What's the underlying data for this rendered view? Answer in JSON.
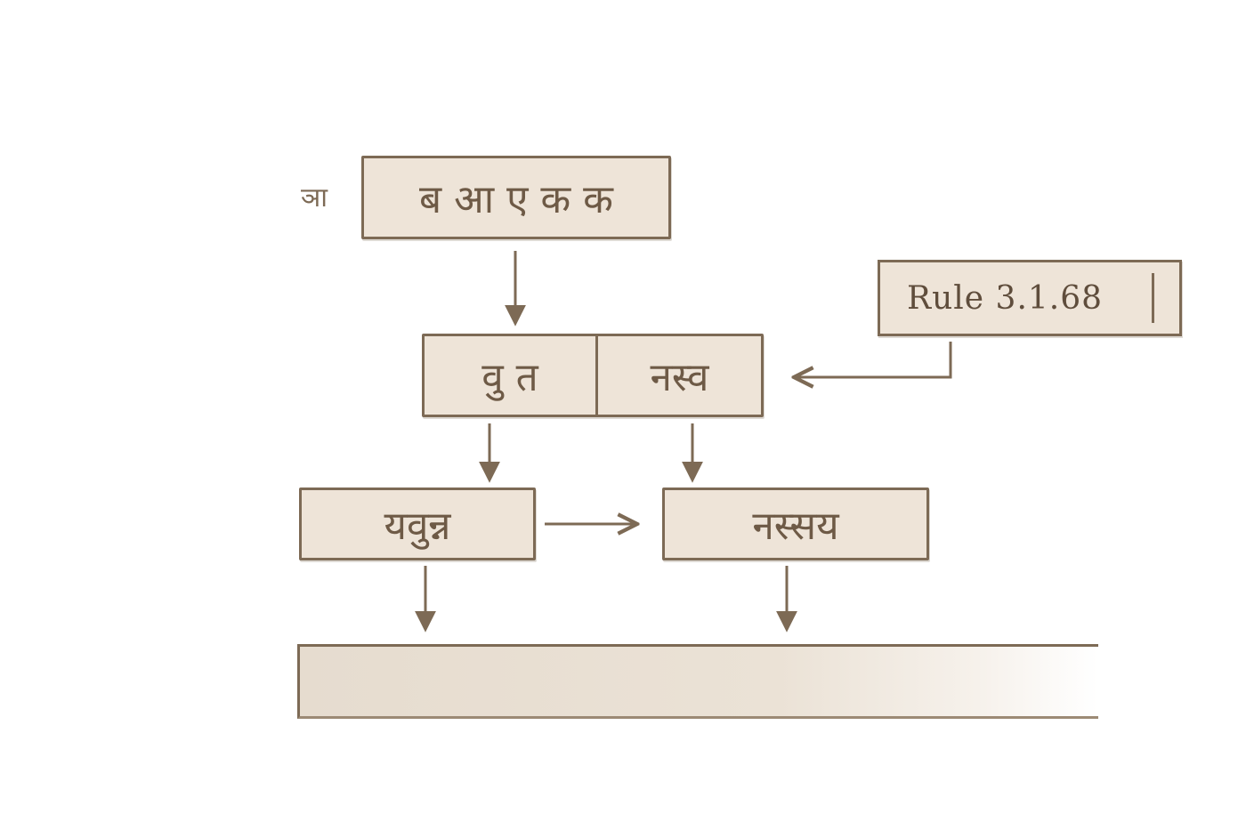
{
  "diagram": {
    "side_mark": "ञा",
    "root_box": {
      "text": "ब आ ए क क"
    },
    "split_box": {
      "left": "वु त",
      "right": "नस्व"
    },
    "rule_box": {
      "label": "Rule 3.1.68"
    },
    "left_result": {
      "text": "यवुन्न"
    },
    "right_result": {
      "text": "नस्सय"
    },
    "final_box": {
      "text": ""
    }
  }
}
